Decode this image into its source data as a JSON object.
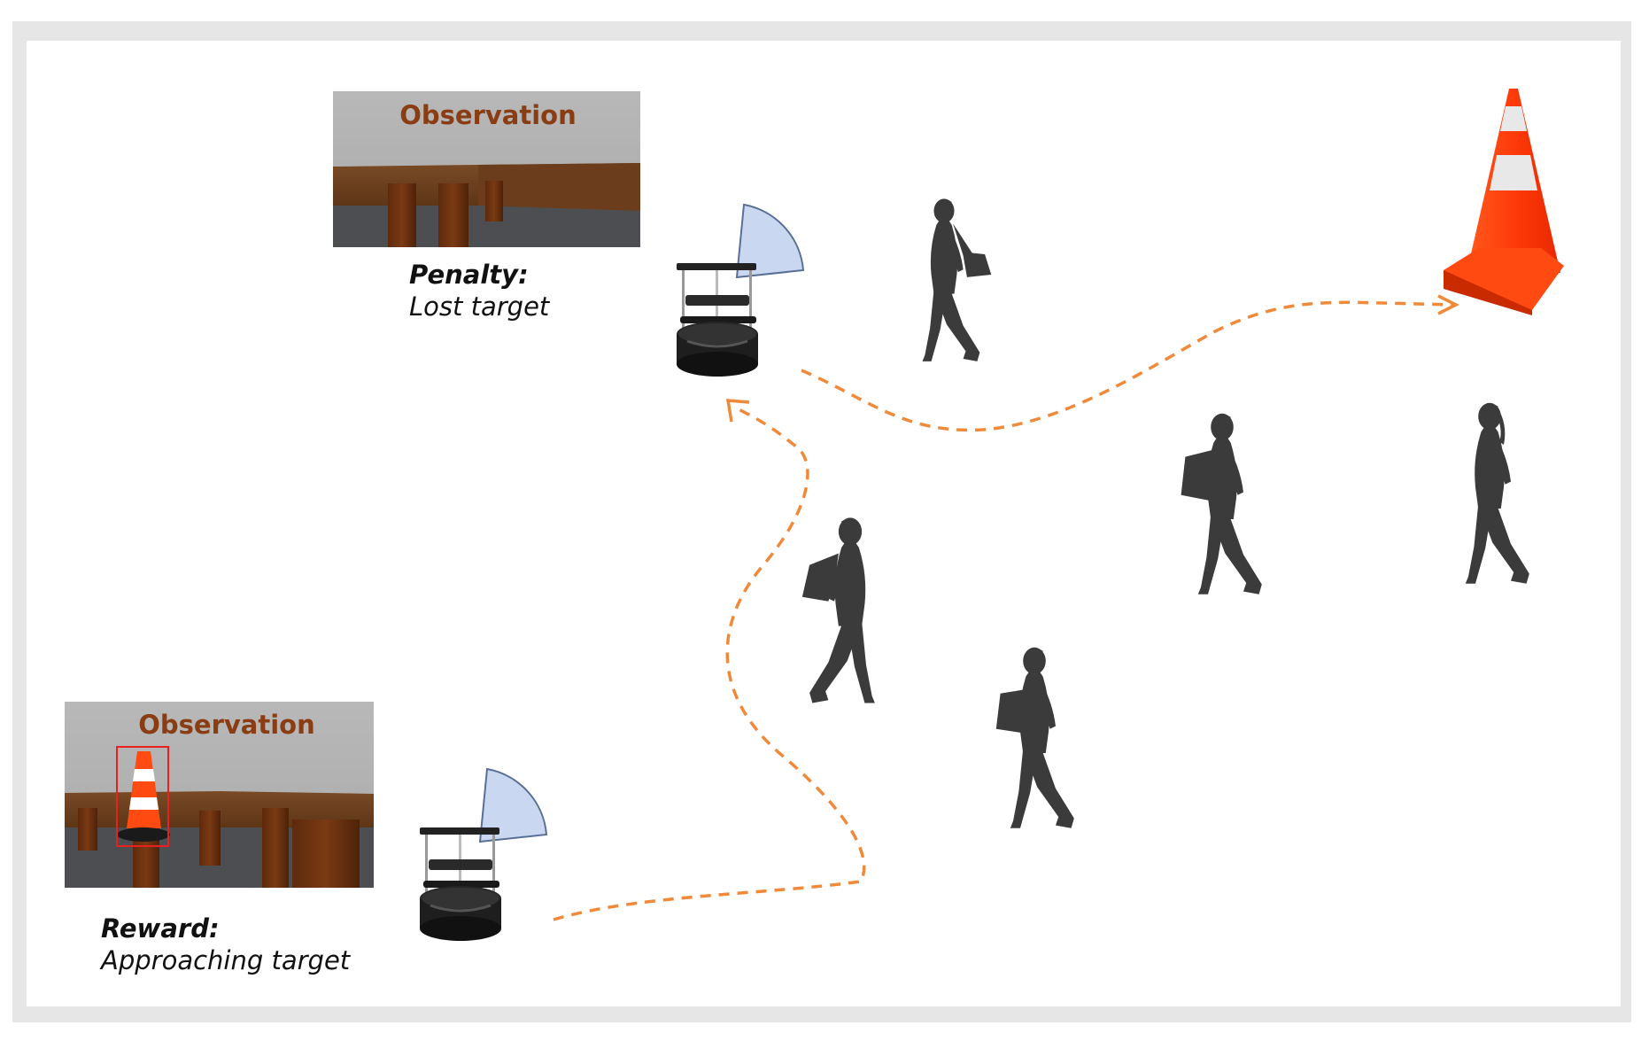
{
  "top_panel": {
    "title": "Observation",
    "caption_heading": "Penalty:",
    "caption_text": "Lost target"
  },
  "bottom_panel": {
    "title": "Observation",
    "caption_heading": "Reward:",
    "caption_text": "Approaching target"
  },
  "colors": {
    "path": "#f08a3a",
    "fov": "#c9d8f0",
    "silhouette": "#3b3b3b",
    "cone": "#ff4a12",
    "observation_title": "#8a3d12"
  },
  "icons": [
    "robot-icon",
    "person-silhouette-icon",
    "traffic-cone-icon",
    "camera-fov-icon"
  ]
}
